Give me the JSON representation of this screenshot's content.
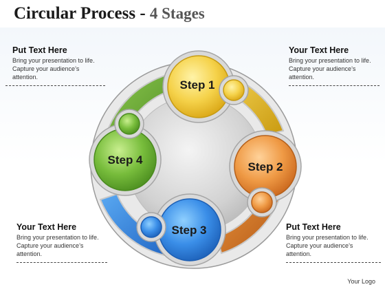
{
  "header": {
    "title_main": "Circular Process",
    "title_dash": " - ",
    "title_sub": "4 Stages"
  },
  "notes": {
    "top_left": {
      "heading": "Put Text Here",
      "line1": "Bring your presentation to life.",
      "line2": "Capture your audience’s",
      "line3": "attention."
    },
    "top_right": {
      "heading": "Your Text Here",
      "line1": "Bring your presentation to life.",
      "line2": "Capture your audience’s",
      "line3": "attention."
    },
    "bottom_left": {
      "heading": "Your Text Here",
      "line1": "Bring your presentation to life.",
      "line2": "Capture your audience’s",
      "line3": "attention."
    },
    "bottom_right": {
      "heading": "Put Text Here",
      "line1": "Bring your presentation to life.",
      "line2": "Capture your audience’s",
      "line3": "attention."
    }
  },
  "steps": [
    {
      "label": "Step 1",
      "color": "#f2c93a"
    },
    {
      "label": "Step 2",
      "color": "#e5862e"
    },
    {
      "label": "Step 3",
      "color": "#2f7fdc"
    },
    {
      "label": "Step 4",
      "color": "#6bb034"
    }
  ],
  "footer": {
    "logo": "Your Logo"
  }
}
